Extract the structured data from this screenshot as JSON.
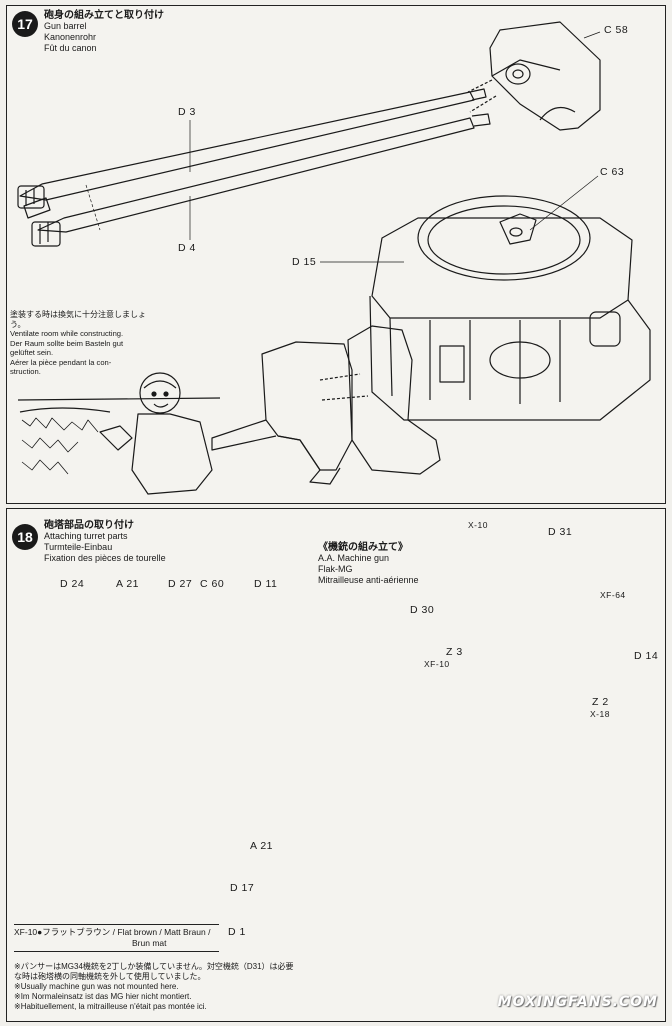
{
  "step17": {
    "number": "17",
    "title_jp": "砲身の組み立てと取り付け",
    "title_en": "Gun barrel",
    "title_de": "Kanonenrohr",
    "title_fr": "Fût du canon",
    "parts": {
      "c58": "C 58",
      "d3": "D 3",
      "d4": "D 4",
      "c63": "C 63",
      "d15": "D 15"
    },
    "warning": {
      "jp": "塗装する時は換気に十分注意しましょう。",
      "en": "Ventilate room while constructing.",
      "de1": "Der Raum sollte beim Basteln gut",
      "de2": "gelüftet sein.",
      "fr1": "Aérer la pièce pendant la con-",
      "fr2": "struction."
    }
  },
  "step18": {
    "number": "18",
    "title_jp": "砲塔部品の取り付け",
    "title_en": "Attaching turret parts",
    "title_de": "Turmteile-Einbau",
    "title_fr": "Fixation des pièces de tourelle",
    "mg": {
      "title_jp": "《機銃の組み立て》",
      "title_en": "A.A. Machine gun",
      "title_de": "Flak-MG",
      "title_fr": "Mitrailleuse anti-aérienne"
    },
    "parts": {
      "d24": "D 24",
      "a21": "A 21",
      "d27": "D 27",
      "c60": "C 60",
      "d11": "D 11",
      "x10": "X-10",
      "d31": "D 31",
      "xf64": "XF-64",
      "d30": "D 30",
      "z3": "Z 3",
      "xf10": "XF-10",
      "d14": "D 14",
      "z2": "Z 2",
      "x18": "X-18",
      "a21b": "A 21",
      "d17": "D 17",
      "d1": "D 1"
    },
    "paint": {
      "line1": "XF-10●フラットブラウン / Flat brown / Matt Braun /",
      "line2": "Brun mat"
    },
    "notes": {
      "jp1": "※パンサーはMG34機銃を2丁しか装備していません。対空機銃（D31）は必要",
      "jp2": "な時は砲塔横の同軸機銃を外して使用していました。",
      "en": "※Usually machine gun was not mounted here.",
      "de": "※Im Normaleinsatz ist das MG hier nicht montiert.",
      "fr": "※Habituellement, la mitrailleuse n'était pas montée ici."
    }
  },
  "watermark": "MOXINGFANS.COM",
  "colors": {
    "ink": "#1a1a1a",
    "paper": "#f4f3ef"
  }
}
